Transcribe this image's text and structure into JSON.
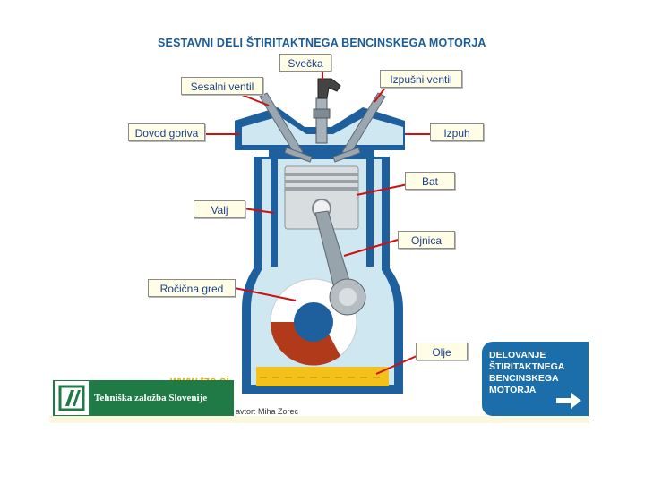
{
  "title": "SESTAVNI DELI ŠTIRITAKTNEGA BENCINSKEGA MOTORJA",
  "labels": {
    "svecka": "Svečka",
    "sesalni": "Sesalni ventil",
    "izpusni": "Izpušni ventil",
    "dovod": "Dovod goriva",
    "izpuh": "Izpuh",
    "bat": "Bat",
    "valj": "Valj",
    "ojnica": "Ojnica",
    "rocicna": "Ročična gred",
    "olje": "Olje"
  },
  "footer": {
    "website": "www.tzs.si",
    "author": "avtor: Miha Zorec",
    "publisher": "Tehniška založba Slovenije"
  },
  "nav_button": {
    "line1": "DELOVANJE",
    "line2": "ŠTIRITAKTNEGA",
    "line3": "BENCINSKEGA",
    "line4": "MOTORJA"
  },
  "colors": {
    "engine_blue": "#1e5f9e",
    "chamber_light": "#cfe7f1",
    "oil": "#f2c21b",
    "crank_red": "#b03a1a",
    "label_bg": "#fffde6",
    "leader_red": "#cc1111",
    "nav_blue": "#1b6ea9",
    "publisher_green": "#1f7a46"
  }
}
